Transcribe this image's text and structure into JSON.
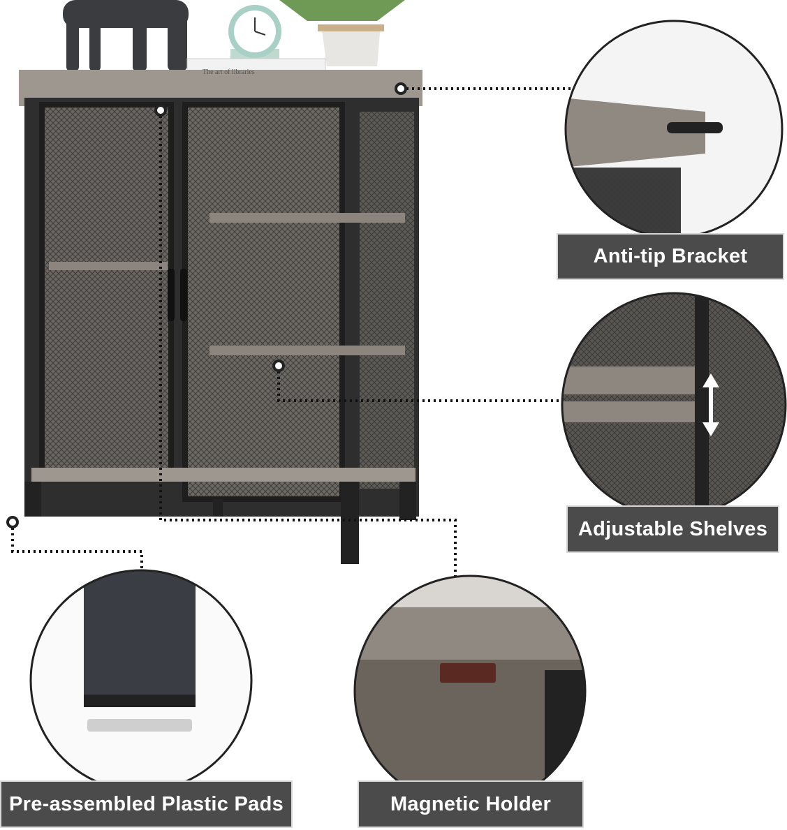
{
  "callouts": {
    "anti_tip": "Anti-tip Bracket",
    "adjustable": "Adjustable Shelves",
    "pads": "Pre-assembled Plastic Pads",
    "magnetic": "Magnetic Holder"
  },
  "decor": {
    "book_title": "The art of libraries"
  },
  "colors": {
    "label_bg": "#4b4b4b",
    "wood": "#9a948c",
    "metal": "#2a2a2a"
  }
}
